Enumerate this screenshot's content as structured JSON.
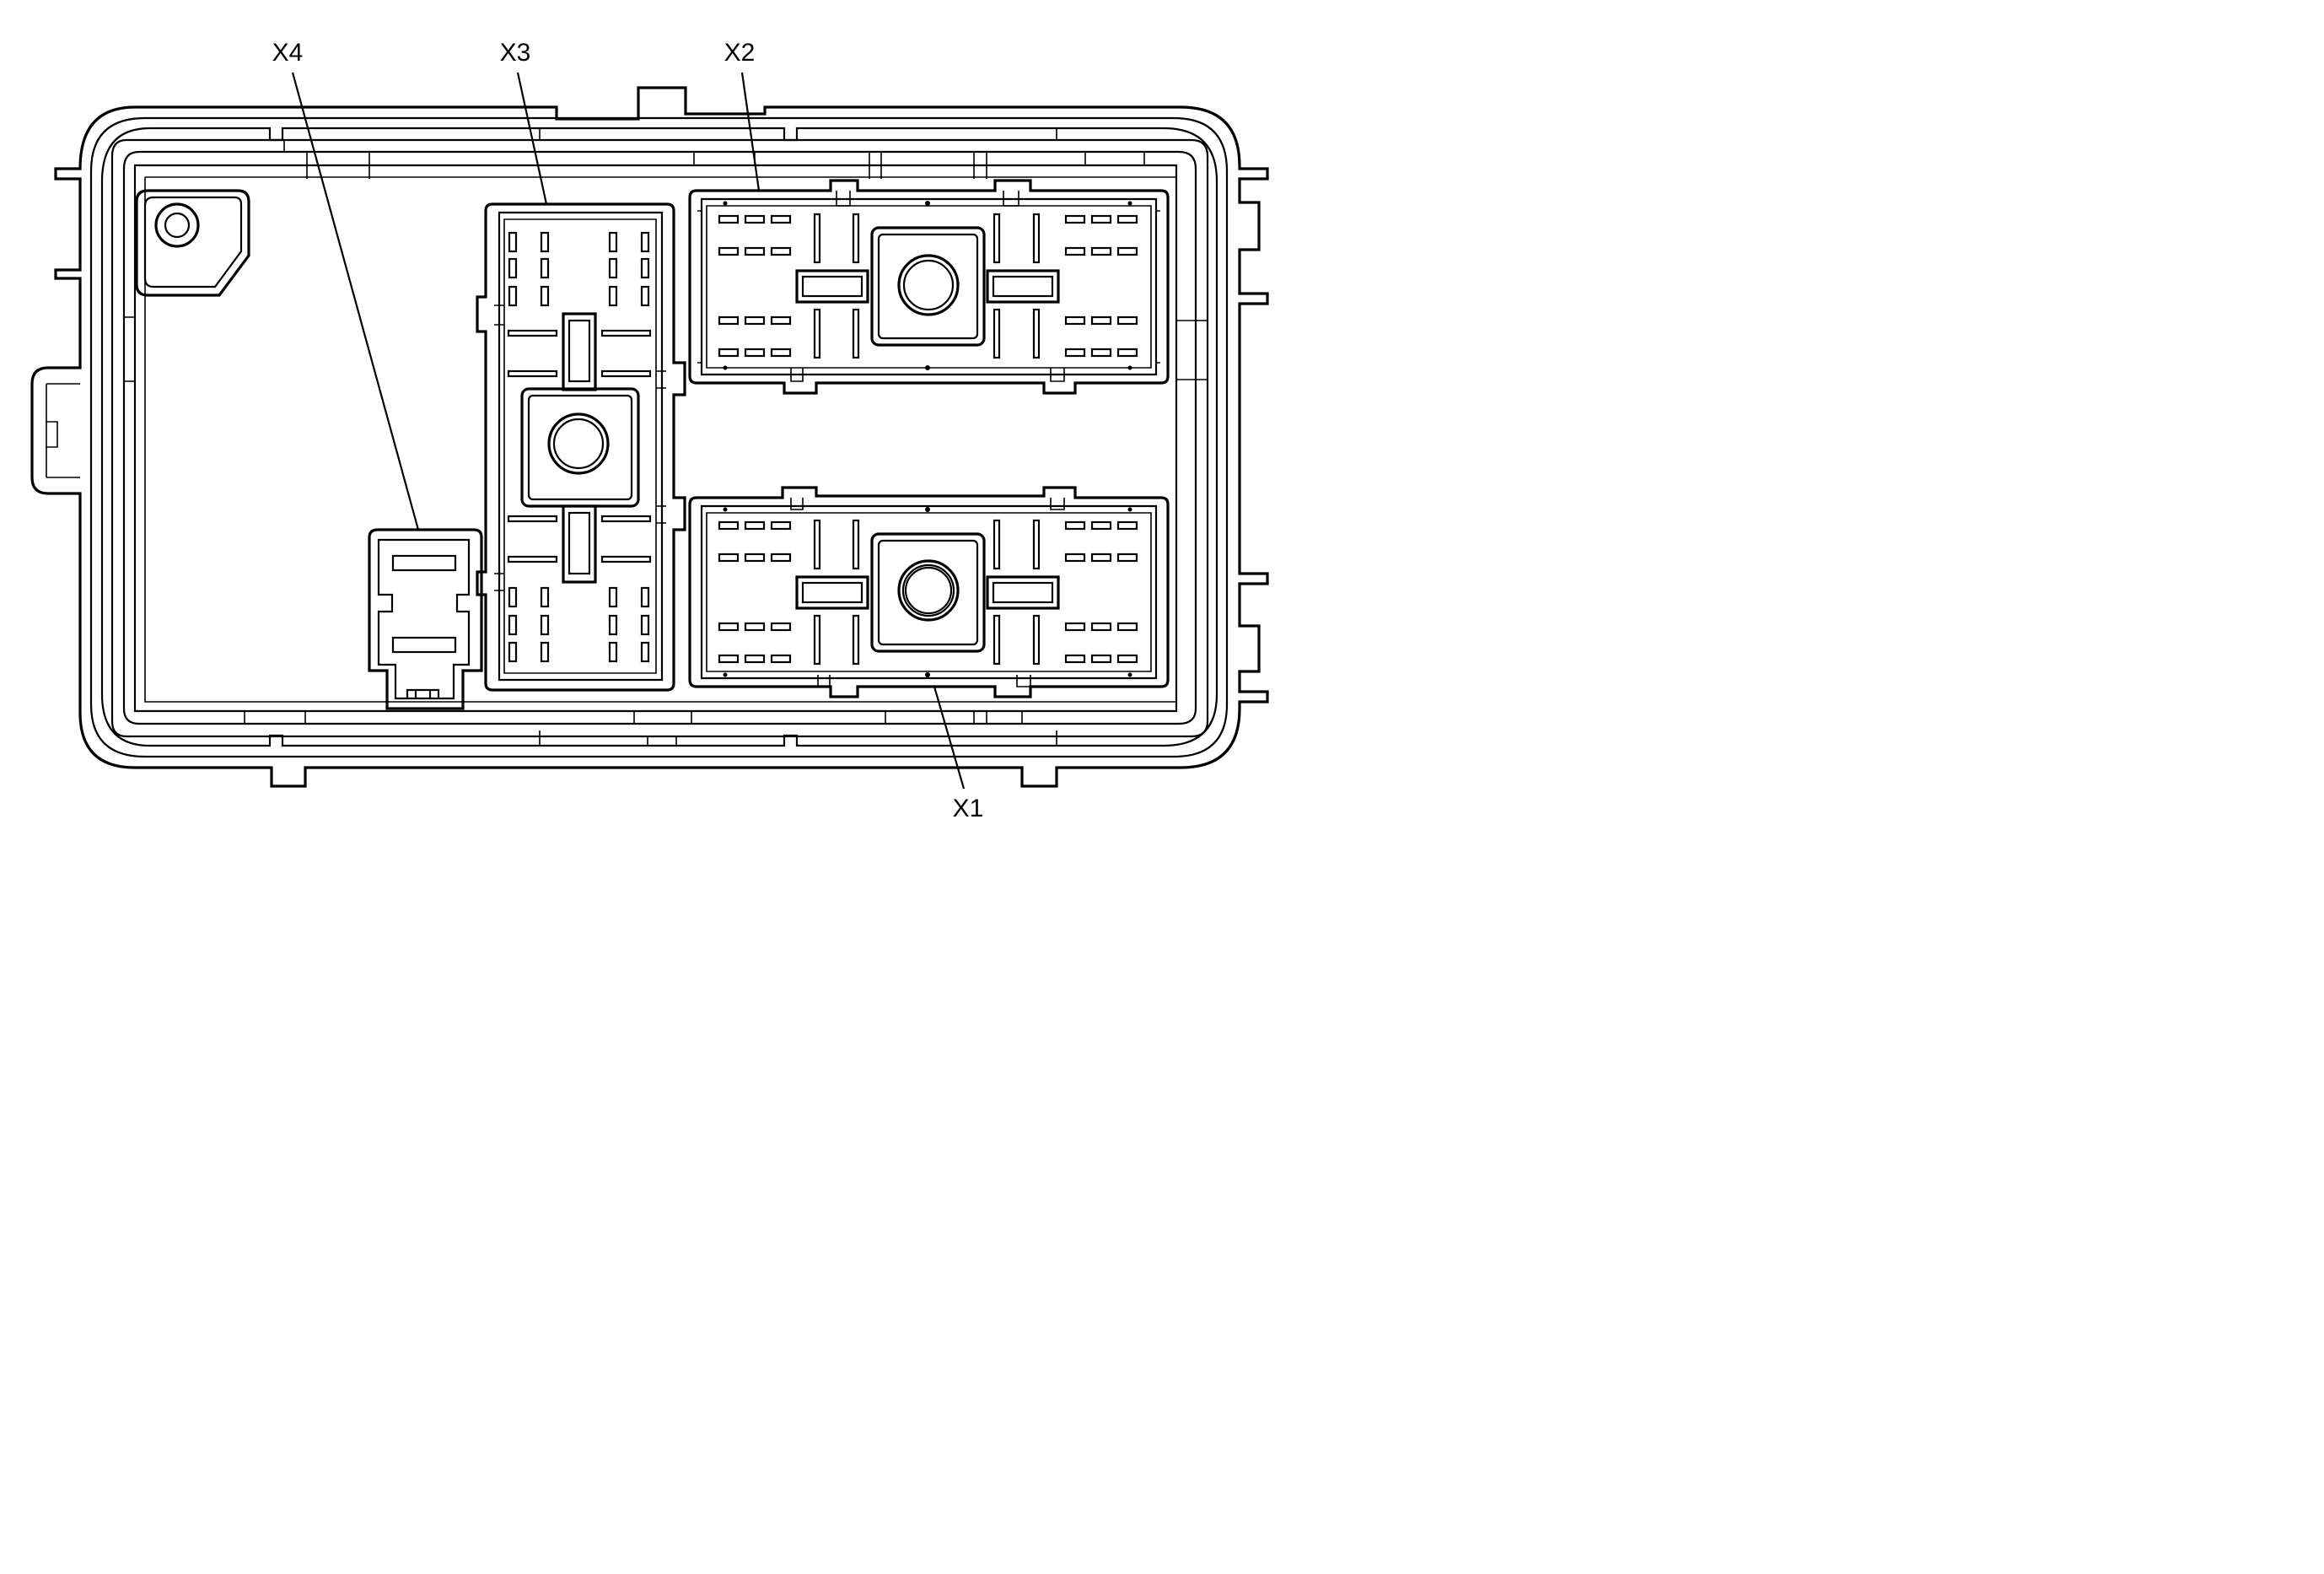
{
  "callouts": [
    {
      "id": "x4",
      "label": "X4"
    },
    {
      "id": "x3",
      "label": "X3"
    },
    {
      "id": "x2",
      "label": "X2"
    },
    {
      "id": "x1",
      "label": "X1"
    }
  ],
  "colors": {
    "line": "#000000",
    "background": "#ffffff"
  }
}
